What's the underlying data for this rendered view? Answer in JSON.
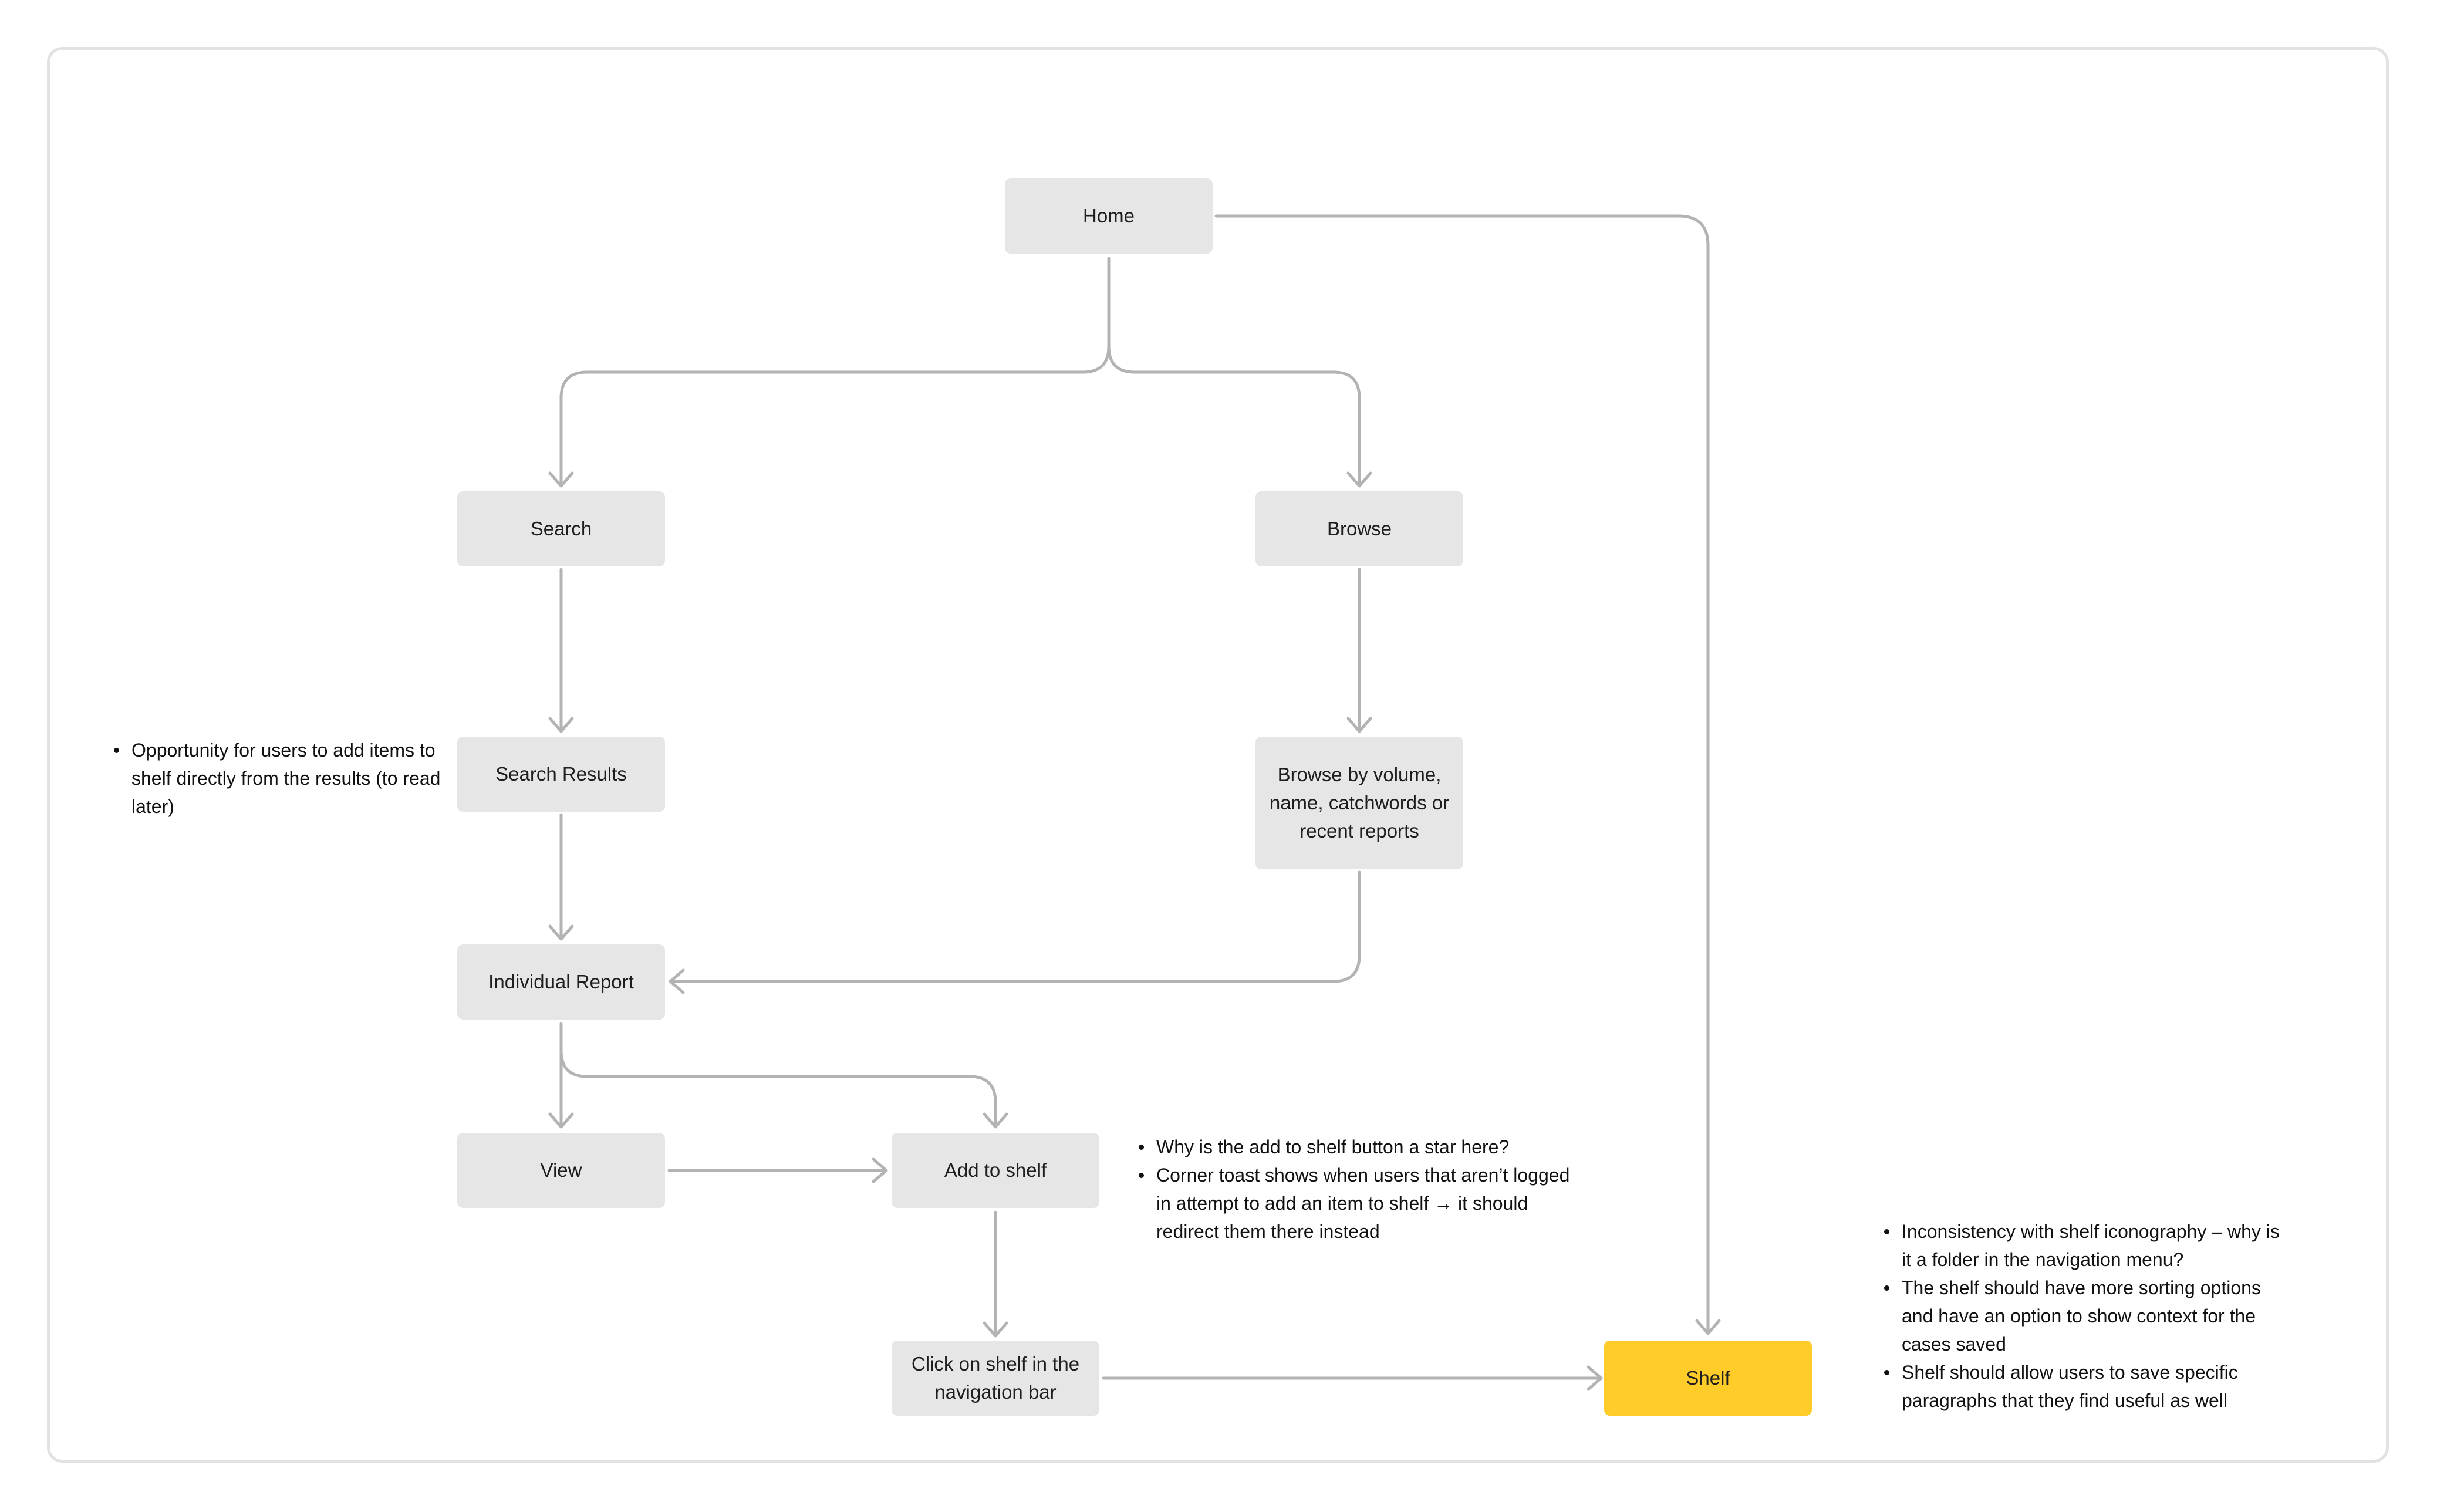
{
  "diagram": {
    "nodes": {
      "home": "Home",
      "search": "Search",
      "browse": "Browse",
      "search_results": "Search Results",
      "browse_by": "Browse by volume, name, catchwords or recent reports",
      "individual_report": "Individual Report",
      "view": "View",
      "add_to_shelf": "Add to shelf",
      "click_shelf": "Click on shelf in the navigation bar",
      "shelf": "Shelf"
    },
    "edges": [
      {
        "from": "Home",
        "to": "Search"
      },
      {
        "from": "Home",
        "to": "Browse"
      },
      {
        "from": "Home",
        "to": "Shelf"
      },
      {
        "from": "Search",
        "to": "Search Results"
      },
      {
        "from": "Browse",
        "to": "Browse by volume, name, catchwords or recent reports"
      },
      {
        "from": "Search Results",
        "to": "Individual Report"
      },
      {
        "from": "Browse by volume, name, catchwords or recent reports",
        "to": "Individual Report"
      },
      {
        "from": "Individual Report",
        "to": "View"
      },
      {
        "from": "Individual Report",
        "to": "Add to shelf"
      },
      {
        "from": "View",
        "to": "Add to shelf"
      },
      {
        "from": "Add to shelf",
        "to": "Click on shelf in the navigation bar"
      },
      {
        "from": "Click on shelf in the navigation bar",
        "to": "Shelf"
      }
    ],
    "notes": {
      "search_results_notes": [
        "Opportunity for users to add items to shelf directly from the results (to read later)"
      ],
      "add_to_shelf_notes": [
        "Why is the add to shelf button a star here?",
        "Corner toast shows when users that aren’t logged in attempt to add an item to shelf → it should redirect them there instead"
      ],
      "shelf_notes": [
        "Inconsistency with shelf iconography – why is it a folder in the navigation menu?",
        "The shelf should have more sorting options and have an option to show context for the cases saved",
        "Shelf should allow users to save specific paragraphs that they find useful as well"
      ]
    },
    "colors": {
      "node_fill": "#e6e6e6",
      "highlight_fill": "#ffcc2a",
      "connector": "#b3b3b3",
      "frame_border": "#e2e2e2"
    }
  }
}
